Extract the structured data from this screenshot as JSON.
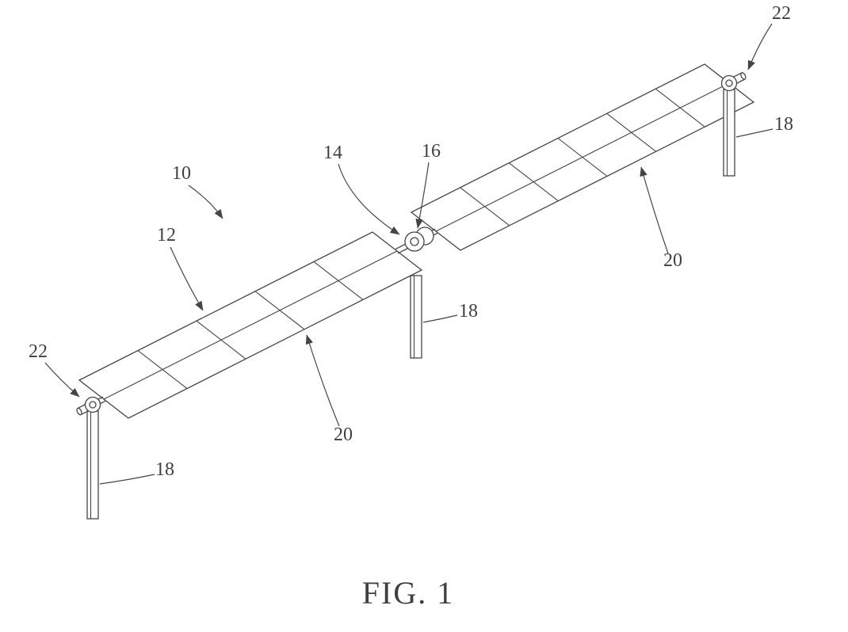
{
  "figure": {
    "caption": "FIG. 1"
  },
  "labels": [
    {
      "name": "bearing-right",
      "text": "22"
    },
    {
      "name": "post-right",
      "text": "18"
    },
    {
      "name": "assembly",
      "text": "10"
    },
    {
      "name": "panel-module",
      "text": "12"
    },
    {
      "name": "drive",
      "text": "14"
    },
    {
      "name": "motor",
      "text": "16"
    },
    {
      "name": "array-right",
      "text": "20"
    },
    {
      "name": "post-middle",
      "text": "18"
    },
    {
      "name": "bearing-left",
      "text": "22"
    },
    {
      "name": "array-left",
      "text": "20"
    },
    {
      "name": "post-left",
      "text": "18"
    }
  ],
  "colors": {
    "line": "#454545",
    "text": "#3f3f3f",
    "background": "#ffffff"
  }
}
